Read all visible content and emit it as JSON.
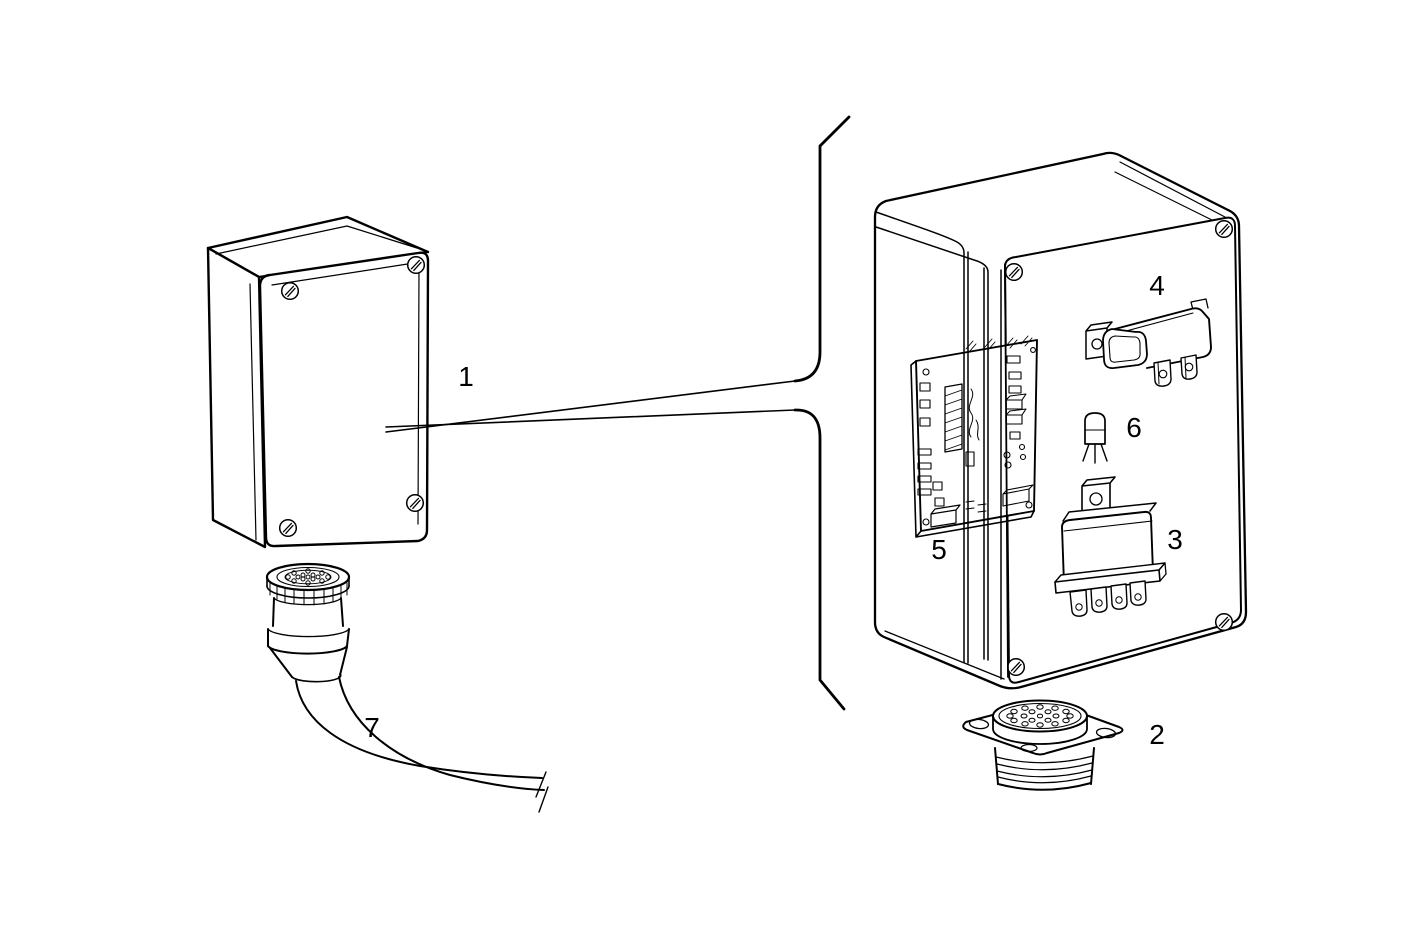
{
  "figure": {
    "background_color": "#ffffff",
    "line_color": "#000000"
  },
  "callouts": [
    {
      "label": "1"
    },
    {
      "label": "2"
    },
    {
      "label": "3"
    },
    {
      "label": "4"
    },
    {
      "label": "5"
    },
    {
      "label": "6"
    },
    {
      "label": "7"
    }
  ]
}
